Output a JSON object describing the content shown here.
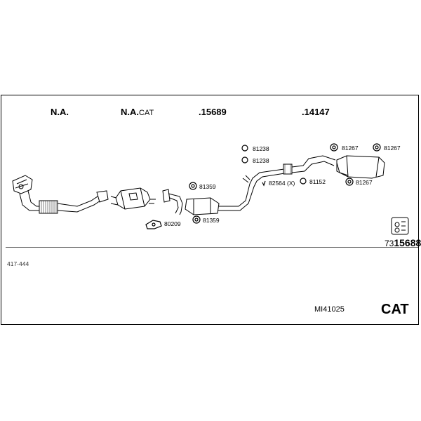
{
  "headers": {
    "h1": "N.A.",
    "h2_main": "N.A.",
    "h2_suffix": "CAT",
    "h3": ".15689",
    "h4": ".14147"
  },
  "parts": {
    "p81238a": "81238",
    "p81238b": "81238",
    "p81267a": "81267",
    "p81267b": "81267",
    "p81267c": "81267",
    "p81359a": "81359",
    "p81359b": "81359",
    "p82564": "82564 (X)",
    "p81152": "81152",
    "p80209": "80209"
  },
  "reference": {
    "prefix": "73",
    "number": "15688"
  },
  "footer": {
    "range": "417-444",
    "model": "MI41025",
    "type": "CAT"
  }
}
